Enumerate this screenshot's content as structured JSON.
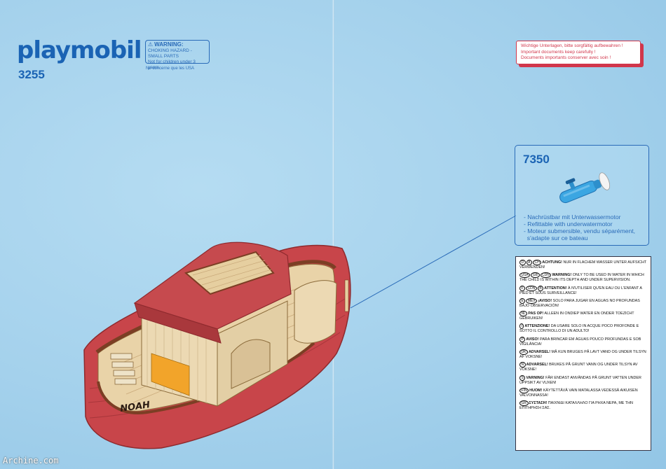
{
  "brand": {
    "logo_text": "playmobil",
    "set_number": "3255"
  },
  "warning_label": {
    "title": "WARNING:",
    "lines": [
      "CHOKING HAZARD - SMALL PARTS",
      "Not for children under 3 years."
    ],
    "note": "Ne concerne que les USA"
  },
  "important_notice": {
    "lines": [
      "Wichtige Unterlagen, bitte sorgfältig aufbewahren !",
      "Important documents keep carefully !",
      "Documents importants conserver avec soin !"
    ]
  },
  "accessory": {
    "number": "7350",
    "icon": "underwater-motor-icon",
    "lines": [
      "- Nachrüstbar mit Unterwassermotor",
      "- Refittable with underwatermotor",
      "- Moteur submersible, vendu séparément,",
      "  s'adapte sur ce bateau"
    ]
  },
  "boat": {
    "name": "NOAH"
  },
  "safety_warnings": [
    {
      "codes": [
        "D",
        "A",
        "CH"
      ],
      "label": "ACHTUNG!",
      "text": "NUR IN FLACHEM WASSER UNTER AUFSICHT VERWENDEN!"
    },
    {
      "codes": [
        "USA",
        "GB",
        "CDN"
      ],
      "label": "WARNING!",
      "text": "ONLY TO BE USED IN WATER IN WHICH THE CHILD IS WITHIN ITS DEPTH AND UNDER SUPERVISION."
    },
    {
      "codes": [
        "F",
        "CDN",
        "B"
      ],
      "label": "ATTENTION!",
      "text": "À N'UTILISER QU'EN EAU OU L'ENFANT A PIED ET SOUS SURVEILLANCE!"
    },
    {
      "codes": [
        "E",
        "MEX"
      ],
      "label": "¡AVISO!",
      "text": "SOLO PARA JUGAR EN AGUAS NO PROFUNDAS BAJO OBSERVACIÓN!"
    },
    {
      "codes": [
        "NL"
      ],
      "label": "PAS OP!",
      "text": "ALLEEN IN ONDIEP WATER EN ONDER TOEZICHT GEBRUIKEN!"
    },
    {
      "codes": [
        "I"
      ],
      "label": "ATTENZIONE!",
      "text": "DA USARE SOLO IN ACQUE POCO PROFONDE E SOTTO IL CONTROLLO DI UN ADULTO!"
    },
    {
      "codes": [
        "P"
      ],
      "label": "AVISO!",
      "text": "PARA BRINCAR EM ÁGUAS POUCO PROFUNDAS E SOB VIGILÂNCIA!"
    },
    {
      "codes": [
        "DK"
      ],
      "label": "ADVARSEL!",
      "text": "MÅ KUN BRUGES PÅ LAVT VAND OG UNDER TILSYN AF VOKSNE!"
    },
    {
      "codes": [
        "N"
      ],
      "label": "ADVARSEL!",
      "text": "BRUKES PÅ GRUNT VANN OG UNDER TILSYN AV VOKSNE!"
    },
    {
      "codes": [
        "S"
      ],
      "label": "VARNING!",
      "text": "FÅR ENDAST ANVÄNDAS PÅ GRUNT VATTEN UNDER UPPSIKT AV VUXEN!"
    },
    {
      "codes": [
        "FIN"
      ],
      "label": "HUOM!",
      "text": "KÄYTETTÄVÄ VAIN MATALASSA VEDESSÄ AIKUISEN VALVONNASSA!"
    },
    {
      "codes": [
        "GR"
      ],
      "label": "ΣΥΣΤΑΣΗ!",
      "text": "ΠΑΙΧΝΙΔΙ ΚΑΤΑΛΛΗΛΟ ΓΙΑ ΡΗΧΑ ΝΕΡΑ, ΜΕ ΤΗΝ ΕΠΙΤΗΡΗΣΗ ΣΑΣ."
    }
  ],
  "watermark": "Archine.com",
  "colors": {
    "background": "#a7d3ec",
    "brand_blue": "#1a63b4",
    "notice_red": "#d1364b",
    "hull_red": "#c8454a"
  }
}
